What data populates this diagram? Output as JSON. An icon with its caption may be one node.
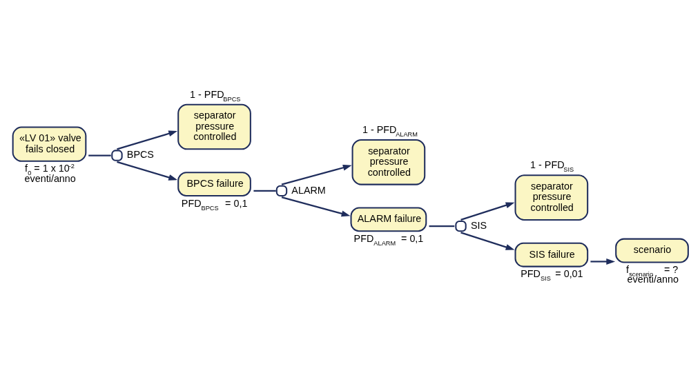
{
  "diagram": {
    "nodes": [
      {
        "text": [
          "«LV 01» valve fails closed"
        ],
        "beside": [
          "f$_{0}$ = 1 x 10$^{-2}$ eventi/anno"
        ]
      },
      {
        "text": [],
        "shape": "circle",
        "beside": [
          "BPCS"
        ]
      },
      {
        "text": [
          "1 - PFD$_{BPCS}$",
          "separator pressure controlled"
        ]
      },
      {
        "text": [
          "BPCS failure"
        ],
        "beside": [
          "PFD$_{BPCS}$ = 0,1"
        ]
      },
      {
        "text": [],
        "shape": "circle",
        "beside": [
          "ALARM"
        ]
      },
      {
        "text": [
          "1 - PFD$_{ALARM}$",
          "separator pressure controlled"
        ]
      },
      {
        "text": [
          "ALARM failure"
        ],
        "beside": [
          "PFD$_{ALARM}$ = 0,1"
        ]
      },
      {
        "text": [],
        "shape": "circle",
        "beside": [
          "SIS"
        ]
      },
      {
        "text": [
          "1 - PFD$_{SIS}$",
          "separator pressure controlled"
        ]
      },
      {
        "text": [
          "SIS failure"
        ],
        "beside": [
          "PFD$_{SIS}$ = 0,01"
        ]
      },
      {
        "text": [
          "scenario"
        ],
        "beside": [
          "f$_{scenario}$ = ? eventi/anno"
        ]
      }
    ],
    "edges": [
      {
        "from": 0,
        "to": 1,
        "arrow": "none"
      },
      {
        "from": 1,
        "to": 2,
        "arrow": "to"
      },
      {
        "from": 1,
        "to": 3,
        "arrow": "to"
      },
      {
        "from": 3,
        "to": 4,
        "arrow": "none"
      },
      {
        "from": 4,
        "to": 5,
        "arrow": "to"
      },
      {
        "from": 4,
        "to": 6,
        "arrow": "to"
      },
      {
        "from": 6,
        "to": 7,
        "arrow": "none"
      },
      {
        "from": 7,
        "to": 8,
        "arrow": "to"
      },
      {
        "from": 7,
        "to": 9,
        "arrow": "to"
      },
      {
        "from": 9,
        "to": 10,
        "arrow": "to"
      }
    ]
  }
}
